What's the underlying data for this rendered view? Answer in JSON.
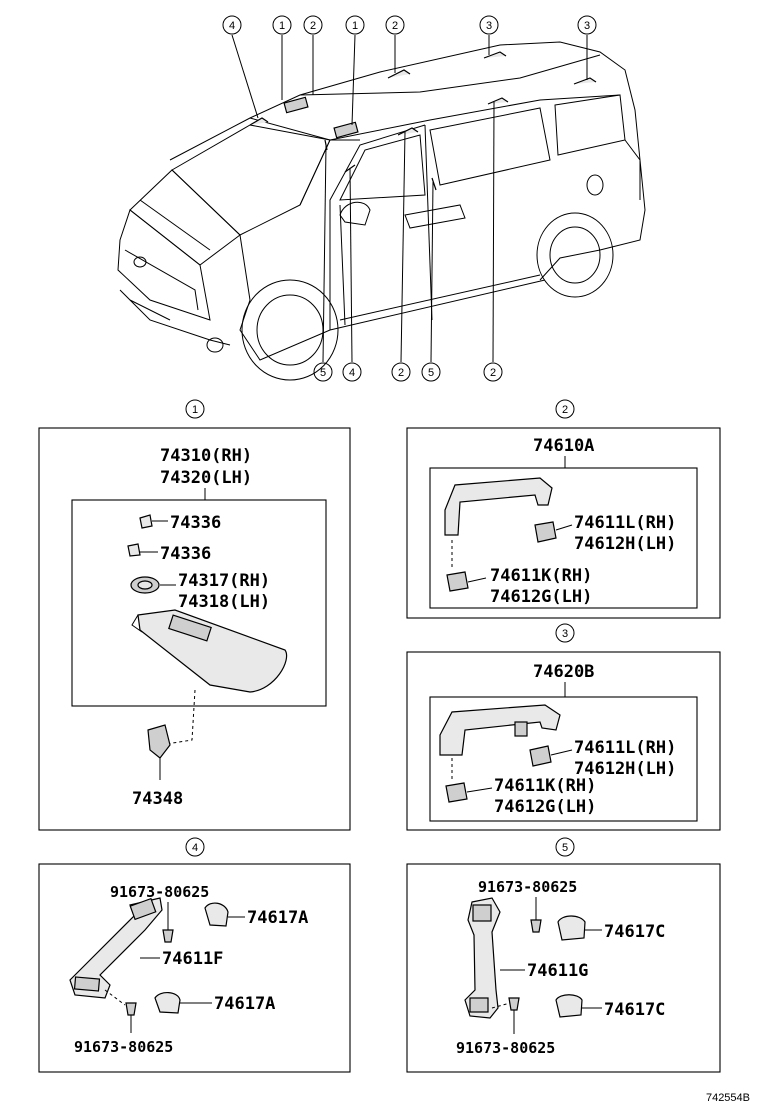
{
  "vehicle_callouts": {
    "top": [
      "4",
      "1",
      "2",
      "1",
      "2",
      "3",
      "3"
    ],
    "bottom": [
      "5",
      "4",
      "2",
      "5",
      "2"
    ]
  },
  "section_1": {
    "marker": "1",
    "assembly_rh": "74310(RH)",
    "assembly_lh": "74320(LH)",
    "clip_a": "74336",
    "clip_b": "74336",
    "holder_rh": "74317(RH)",
    "holder_lh": "74318(LH)",
    "bracket": "74348"
  },
  "section_2": {
    "marker": "2",
    "assembly": "74610A",
    "cap_l_rh": "74611L(RH)",
    "cap_h_lh": "74612H(LH)",
    "cap_k_rh": "74611K(RH)",
    "cap_g_lh": "74612G(LH)"
  },
  "section_3": {
    "marker": "3",
    "assembly": "74620B",
    "cap_l_rh": "74611L(RH)",
    "cap_h_lh": "74612H(LH)",
    "cap_k_rh": "74611K(RH)",
    "cap_g_lh": "74612G(LH)"
  },
  "section_4": {
    "marker": "4",
    "screw_top": "91673-80625",
    "cover_top": "74617A",
    "grip": "74611F",
    "cover_bottom": "74617A",
    "screw_bottom": "91673-80625"
  },
  "section_5": {
    "marker": "5",
    "screw_top": "91673-80625",
    "cover_top": "74617C",
    "grip": "74611G",
    "cover_bottom": "74617C",
    "screw_bottom": "91673-80625"
  },
  "figure_id": "742554B"
}
